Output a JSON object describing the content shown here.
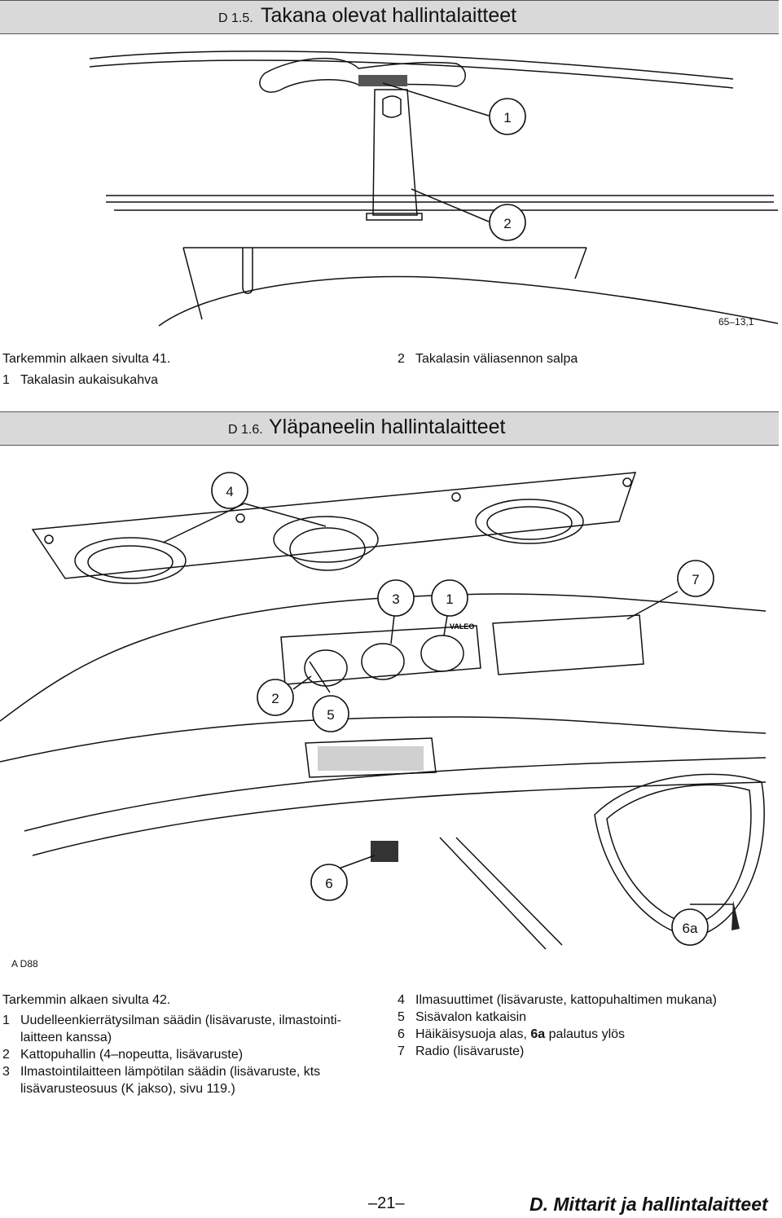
{
  "section1": {
    "number": "D 1.5.",
    "title": "Takana olevat hallintalaitteet",
    "figure_ref": "65–13,1",
    "callouts": [
      "1",
      "2"
    ],
    "intro": "Tarkemmin alkaen sivulta 41.",
    "items": [
      {
        "n": "1",
        "text": "Takalasin aukaisukahva"
      },
      {
        "n": "2",
        "text": "Takalasin väliasennon salpa"
      }
    ]
  },
  "section2": {
    "number": "D 1.6.",
    "title": "Yläpaneelin hallintalaitteet",
    "figure_ref": "A D88",
    "callouts": [
      "4",
      "3",
      "1",
      "7",
      "2",
      "5",
      "6",
      "6a"
    ],
    "panel_brand": "VALEO",
    "intro": "Tarkemmin alkaen sivulta 42.",
    "items_left": [
      {
        "n": "1",
        "text": "Uudelleenkierrätysilman säädin (lisävaruste, ilmastointi-laitteen kanssa)"
      },
      {
        "n": "2",
        "text": "Kattopuhallin (4–nopeutta, lisävaruste)"
      },
      {
        "n": "3",
        "text": "Ilmastointilaitteen lämpötilan säädin (lisävaruste, kts lisävarusteosuus (K jakso), sivu 119.)"
      }
    ],
    "items_right": [
      {
        "n": "4",
        "text": "Ilmasuuttimet (lisävaruste, kattopuhaltimen mukana)"
      },
      {
        "n": "5",
        "text": "Sisävalon katkaisin"
      },
      {
        "n": "6",
        "pre": "Häikäisysuoja alas, ",
        "bold": "6a",
        "post": " palautus ylös"
      },
      {
        "n": "7",
        "text": "Radio (lisävaruste)"
      }
    ]
  },
  "footer": {
    "page": "–21–",
    "chapter": "D. Mittarit ja hallintalaitteet"
  }
}
